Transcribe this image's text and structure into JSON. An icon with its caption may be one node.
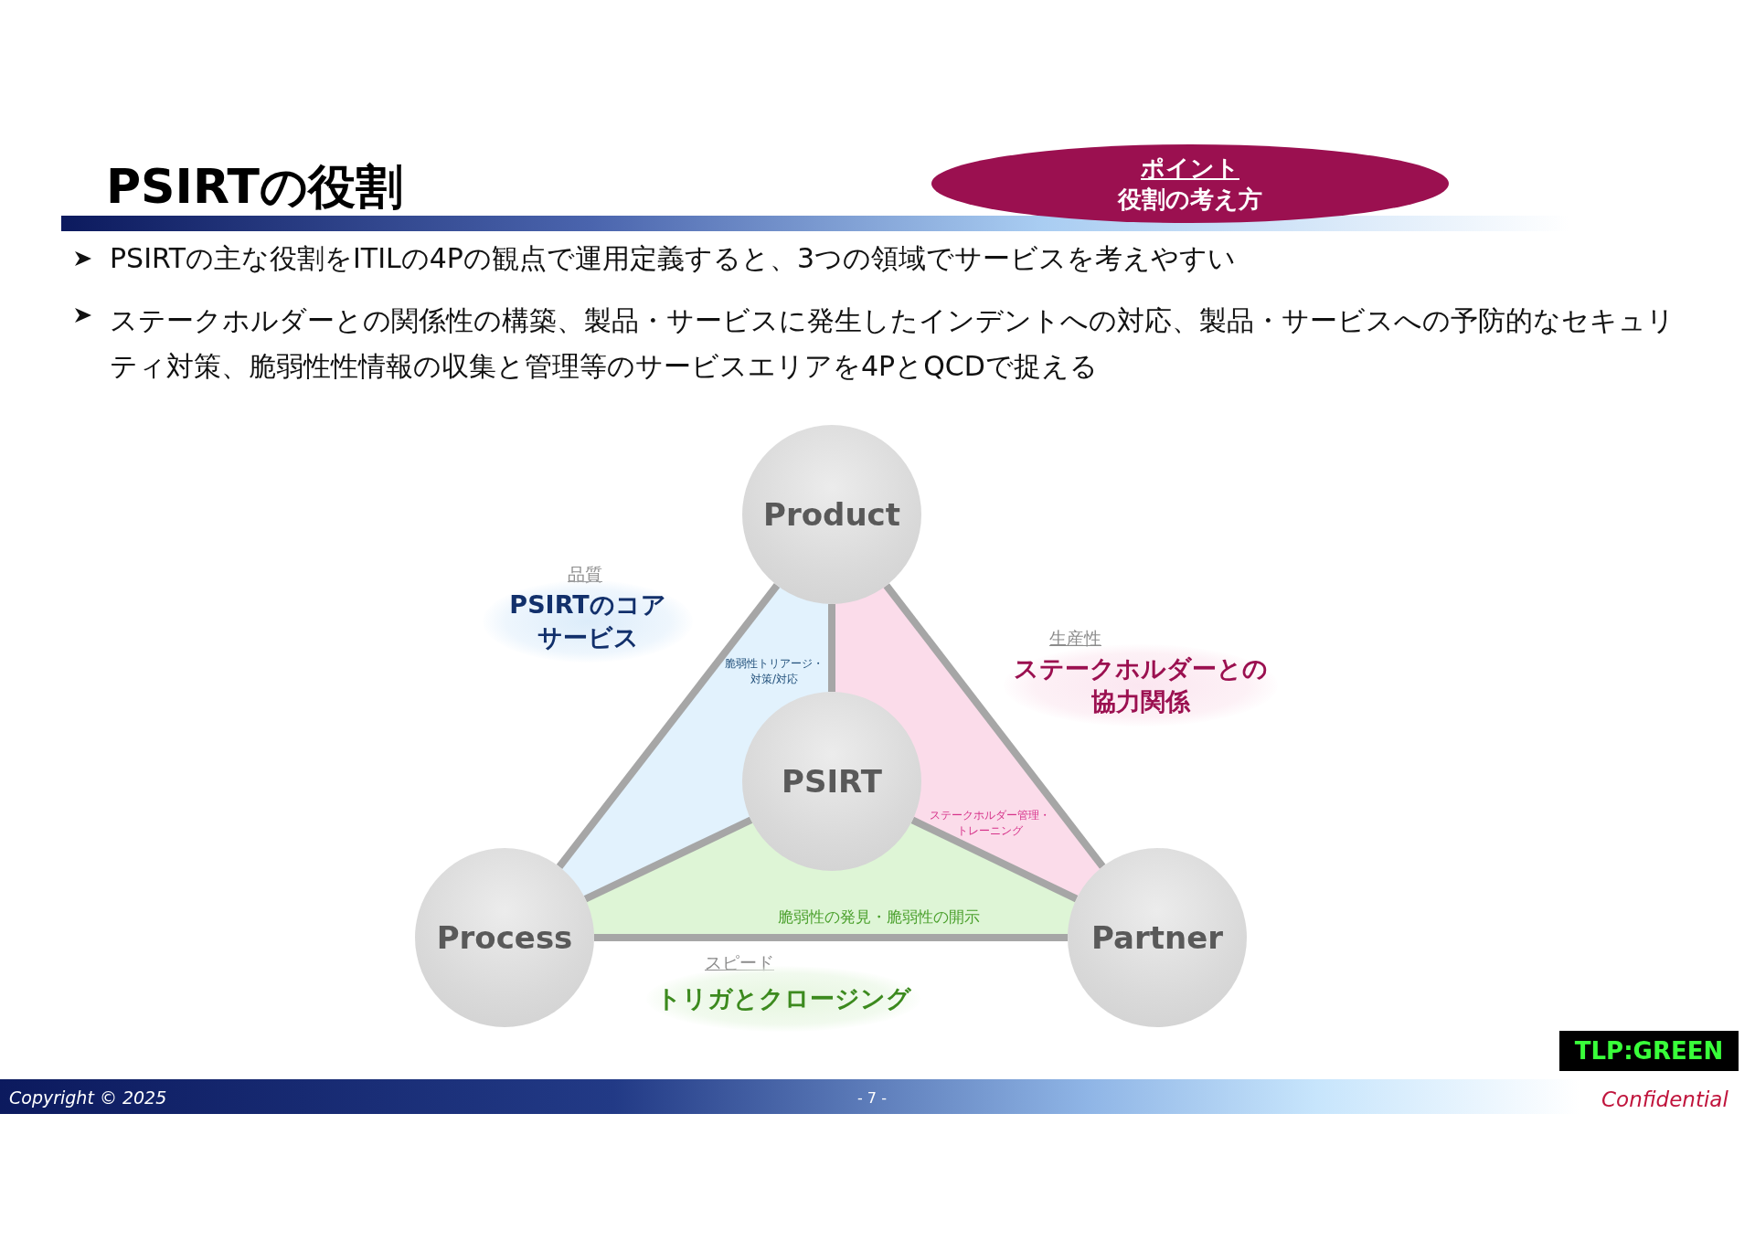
{
  "diagram": {
    "title": "PSIRTの役割",
    "nodes": [
      {
        "text": [
          "Product"
        ]
      },
      {
        "text": [
          "PSIRT"
        ]
      },
      {
        "text": [
          "Process"
        ]
      },
      {
        "text": [
          "Partner"
        ]
      },
      {
        "text": [
          "ポイント",
          "役割の考え方"
        ]
      },
      {
        "text": [
          "品質",
          "PSIRTのコアサービス"
        ]
      },
      {
        "text": [
          "生産性",
          "ステークホルダーとの協力関係"
        ]
      },
      {
        "text": [
          "スピード",
          "トリガとクロージング"
        ]
      },
      {
        "text": [
          "脆弱性トリアージ・対策/対応"
        ]
      },
      {
        "text": [
          "ステークホルダー管理・トレーニング"
        ]
      },
      {
        "text": [
          "脆弱性の発見・脆弱性の開示"
        ]
      },
      {
        "text": [
          "TLP:GREEN"
        ]
      }
    ],
    "edges": [
      {
        "from": 0,
        "to": 2,
        "arrow": "none"
      },
      {
        "from": 0,
        "to": 3,
        "arrow": "none"
      },
      {
        "from": 2,
        "to": 3,
        "arrow": "none"
      },
      {
        "from": 0,
        "to": 1,
        "arrow": "none"
      },
      {
        "from": 1,
        "to": 2,
        "arrow": "none"
      },
      {
        "from": 1,
        "to": 3,
        "arrow": "none"
      }
    ],
    "labels": [
      "PSIRTの主な役割をITILの4Pの観点で運用定義すると、3つの領域でサービスを考えやすい",
      "ステークホルダーとの関係性の構築、製品・サービスに発生したインデントへの対応、製品・サービスへの予防的なセキュリティ対策、脆弱性性情報の収集と管理等のサービスエリアを4PとQCDで捉える",
      "Copyright © 2025",
      "- 7 -",
      "Confidential"
    ]
  }
}
